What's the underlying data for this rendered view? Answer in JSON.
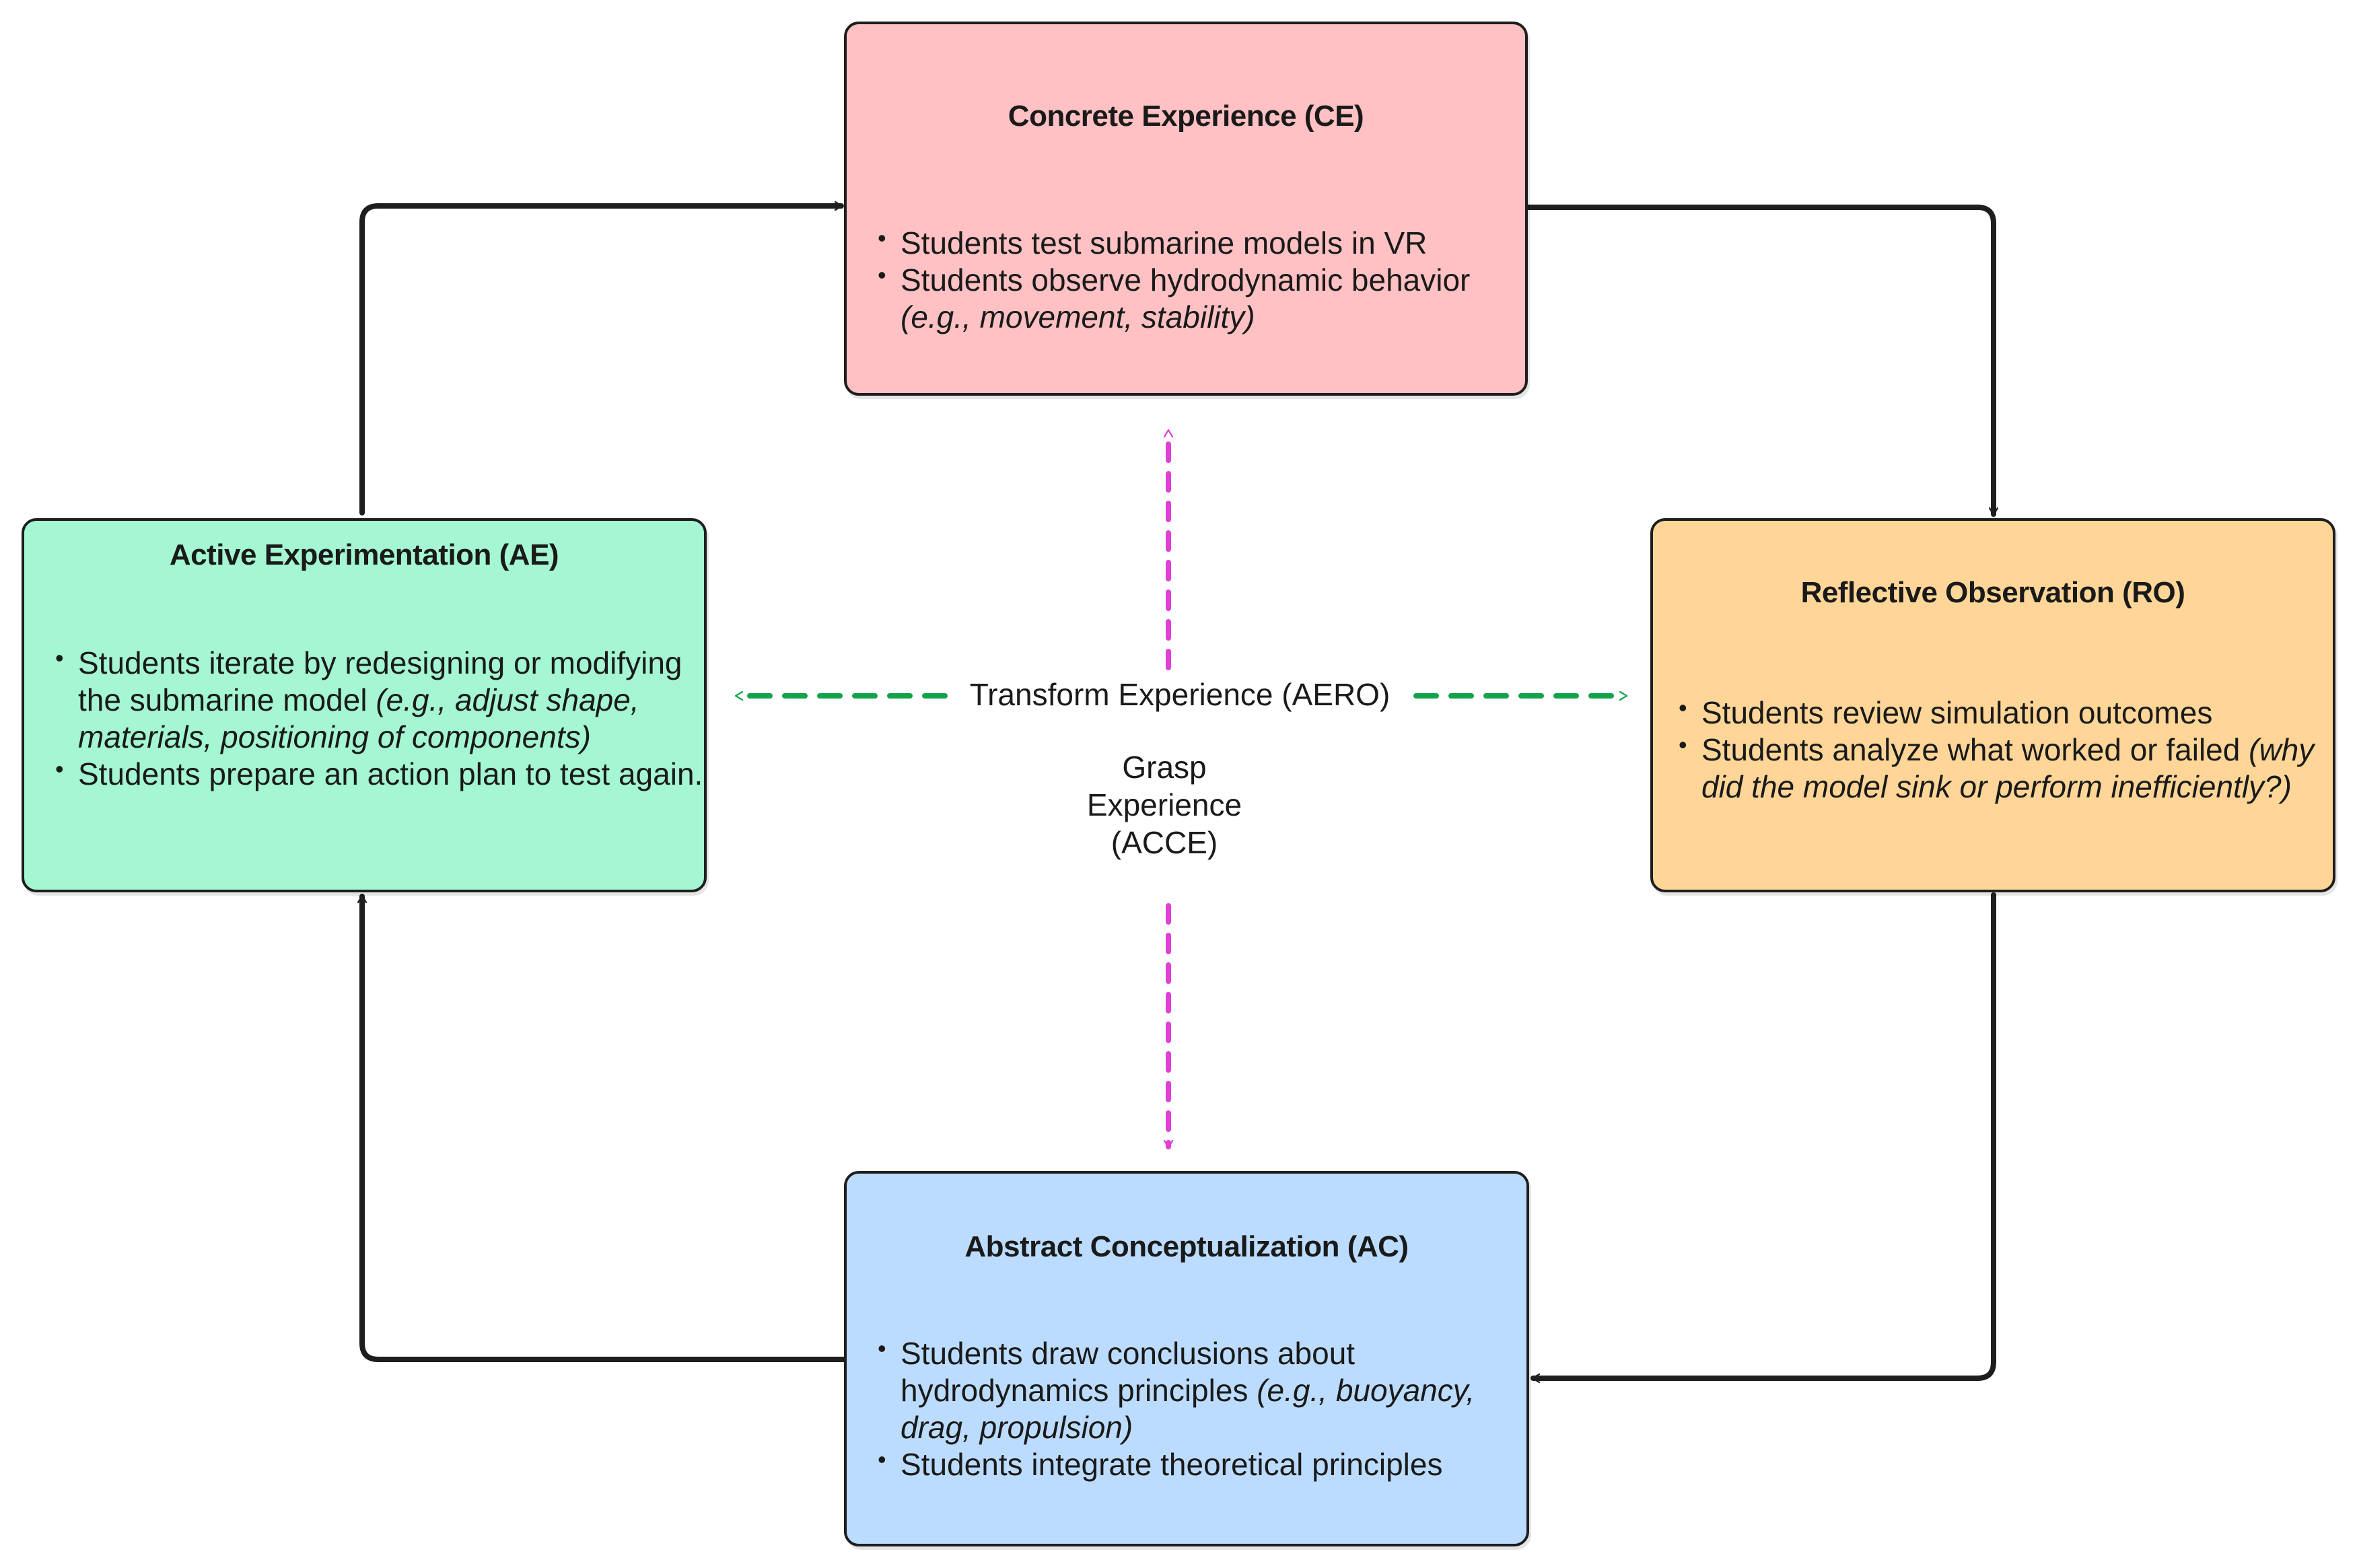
{
  "boxes": {
    "ce": {
      "title": "Concrete Experience (CE)",
      "bullets": [
        {
          "text": "Students test submarine models in VR",
          "note": ""
        },
        {
          "text": "Students observe hydrodynamic behavior ",
          "note": "(e.g., movement, stability)"
        }
      ]
    },
    "ro": {
      "title": "Reflective Observation (RO)",
      "bullets": [
        {
          "text": "Students review simulation outcomes",
          "note": ""
        },
        {
          "text": "Students analyze what worked or failed ",
          "note": "(why did the model sink or perform inefficiently?)"
        }
      ]
    },
    "ac": {
      "title": "Abstract Conceptualization (AC)",
      "bullets": [
        {
          "text": "Students draw conclusions about hydrodynamics principles ",
          "note": "(e.g., buoyancy, drag, propulsion)"
        },
        {
          "text": "Students integrate theoretical principles",
          "note": ""
        }
      ]
    },
    "ae": {
      "title": "Active Experimentation (AE)",
      "bullets": [
        {
          "text": "Students iterate by redesigning or modifying the submarine model ",
          "note": "(e.g., adjust shape, materials, positioning of components)"
        },
        {
          "text": "Students prepare an action plan to test again.",
          "note": ""
        }
      ]
    }
  },
  "axes": {
    "transform": {
      "label": "Transform Experience (AERO)",
      "color": "#13a34a"
    },
    "grasp": {
      "label_lines": [
        "Grasp",
        "Experience",
        "(ACCE)"
      ],
      "color": "#e03fd8"
    }
  },
  "colors": {
    "ce": "#ffc1c3",
    "ro": "#ffd698",
    "ac": "#bcdcff",
    "ae": "#a4f7d2",
    "stroke": "#1e1e1e"
  }
}
